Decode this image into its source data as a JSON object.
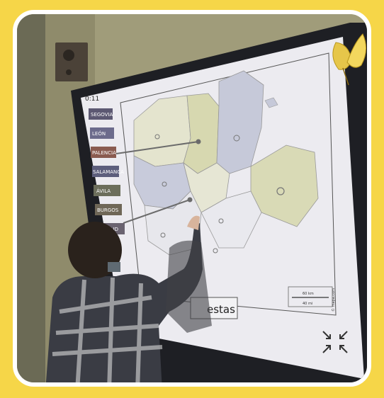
{
  "board": {
    "timer": "0:11",
    "button_text": "estas",
    "scale_top": "60 km",
    "scale_bottom": "40 mi",
    "credit": "© mapa.com"
  },
  "labels": [
    {
      "text": "SEGOVIA",
      "color": "#5c5872"
    },
    {
      "text": "LEÓN",
      "color": "#6c6b8c"
    },
    {
      "text": "PALENCIA",
      "color": "#8a5b50"
    },
    {
      "text": "SALAMANCA",
      "color": "#5d5e7c"
    },
    {
      "text": "ÁVILA",
      "color": "#6c6e5b"
    },
    {
      "text": "BURGOS",
      "color": "#6f6757"
    },
    {
      "text": "ADOLID",
      "color": "#6a6370"
    }
  ],
  "colors": {
    "frame": "#f6d648",
    "border": "#ffffff",
    "map_region_a": "#c9ccd8",
    "map_region_b": "#d7d9b2",
    "board": "#eceaf0"
  },
  "icons": [
    "leaf-icon",
    "collapse-fullscreen-icon"
  ]
}
